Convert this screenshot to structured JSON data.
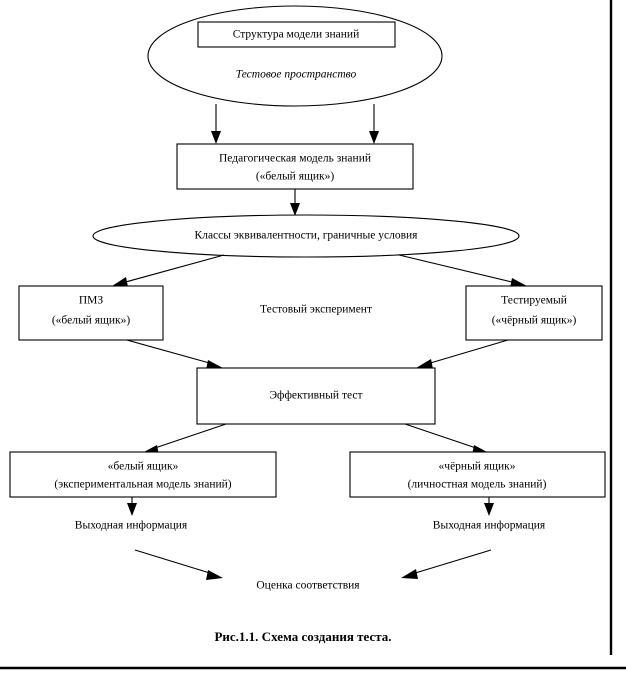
{
  "figure": {
    "caption": "Рис.1.1. Схема создания теста.",
    "background_color": "#ffffff",
    "line_color": "#000000"
  },
  "chart_data": {
    "type": "diagram",
    "title": "Рис.1.1. Схема создания теста.",
    "nodes": [
      {
        "id": "test-space",
        "shape": "ellipse",
        "lines": [
          "Структура модели знаний",
          "Тестовое пространство"
        ],
        "inner_box_label": "Структура модели знаний",
        "italic_label": "Тестовое пространство"
      },
      {
        "id": "pedagogical-model",
        "shape": "rect",
        "lines": [
          "Педагогическая модель знаний",
          "(«белый ящик»)"
        ]
      },
      {
        "id": "equivalence-classes",
        "shape": "ellipse",
        "lines": [
          "Классы эквивалентности, граничные условия"
        ]
      },
      {
        "id": "pmz",
        "shape": "rect",
        "lines": [
          "ПМЗ",
          "(«белый ящик»)"
        ]
      },
      {
        "id": "test-experiment",
        "shape": "text",
        "lines": [
          "Тестовый эксперимент"
        ]
      },
      {
        "id": "testee",
        "shape": "rect",
        "lines": [
          "Тестируемый",
          "(«чёрный ящик»)"
        ]
      },
      {
        "id": "effective-test",
        "shape": "rect",
        "lines": [
          "Эффективный тест"
        ]
      },
      {
        "id": "white-box",
        "shape": "rect",
        "lines": [
          "«белый ящик»",
          "(экспериментальная модель знаний)"
        ]
      },
      {
        "id": "black-box",
        "shape": "rect",
        "lines": [
          "«чёрный ящик»",
          "(личностная модель знаний)"
        ]
      },
      {
        "id": "output-left",
        "shape": "text",
        "lines": [
          "Выходная информация"
        ]
      },
      {
        "id": "output-right",
        "shape": "text",
        "lines": [
          "Выходная информация"
        ]
      },
      {
        "id": "conformance",
        "shape": "text",
        "lines": [
          "Оценка соответствия"
        ]
      }
    ],
    "edges": [
      {
        "from": "test-space",
        "to": "pedagogical-model",
        "style": "arrow"
      },
      {
        "from": "test-space",
        "to": "pedagogical-model",
        "style": "arrow"
      },
      {
        "from": "pedagogical-model",
        "to": "equivalence-classes",
        "style": "arrow"
      },
      {
        "from": "equivalence-classes",
        "to": "pmz",
        "style": "arrow"
      },
      {
        "from": "equivalence-classes",
        "to": "testee",
        "style": "arrow"
      },
      {
        "from": "pmz",
        "to": "effective-test",
        "style": "arrow"
      },
      {
        "from": "testee",
        "to": "effective-test",
        "style": "arrow"
      },
      {
        "from": "effective-test",
        "to": "white-box",
        "style": "arrow"
      },
      {
        "from": "effective-test",
        "to": "black-box",
        "style": "arrow"
      },
      {
        "from": "white-box",
        "to": "output-left",
        "style": "arrow"
      },
      {
        "from": "black-box",
        "to": "output-right",
        "style": "arrow"
      },
      {
        "from": "output-left",
        "to": "conformance",
        "style": "arrow"
      },
      {
        "from": "output-right",
        "to": "conformance",
        "style": "arrow"
      }
    ]
  },
  "labels": {
    "n0_l0": "Структура модели знаний",
    "n0_l1": "Тестовое пространство",
    "n1_l0": "Педагогическая модель знаний",
    "n1_l1": "(«белый ящик»)",
    "n2_l0": "Классы эквивалентности, граничные условия",
    "n3_l0": "ПМЗ",
    "n3_l1": "(«белый ящик»)",
    "n4_l0": "Тестовый эксперимент",
    "n5_l0": "Тестируемый",
    "n5_l1": "(«чёрный ящик»)",
    "n6_l0": "Эффективный тест",
    "n7_l0": "«белый ящик»",
    "n7_l1": "(экспериментальная модель знаний)",
    "n8_l0": "«чёрный ящик»",
    "n8_l1": "(личностная модель знаний)",
    "n9_l0": "Выходная информация",
    "n10_l0": "Выходная информация",
    "n11_l0": "Оценка соответствия",
    "caption": "Рис.1.1. Схема создания теста."
  }
}
